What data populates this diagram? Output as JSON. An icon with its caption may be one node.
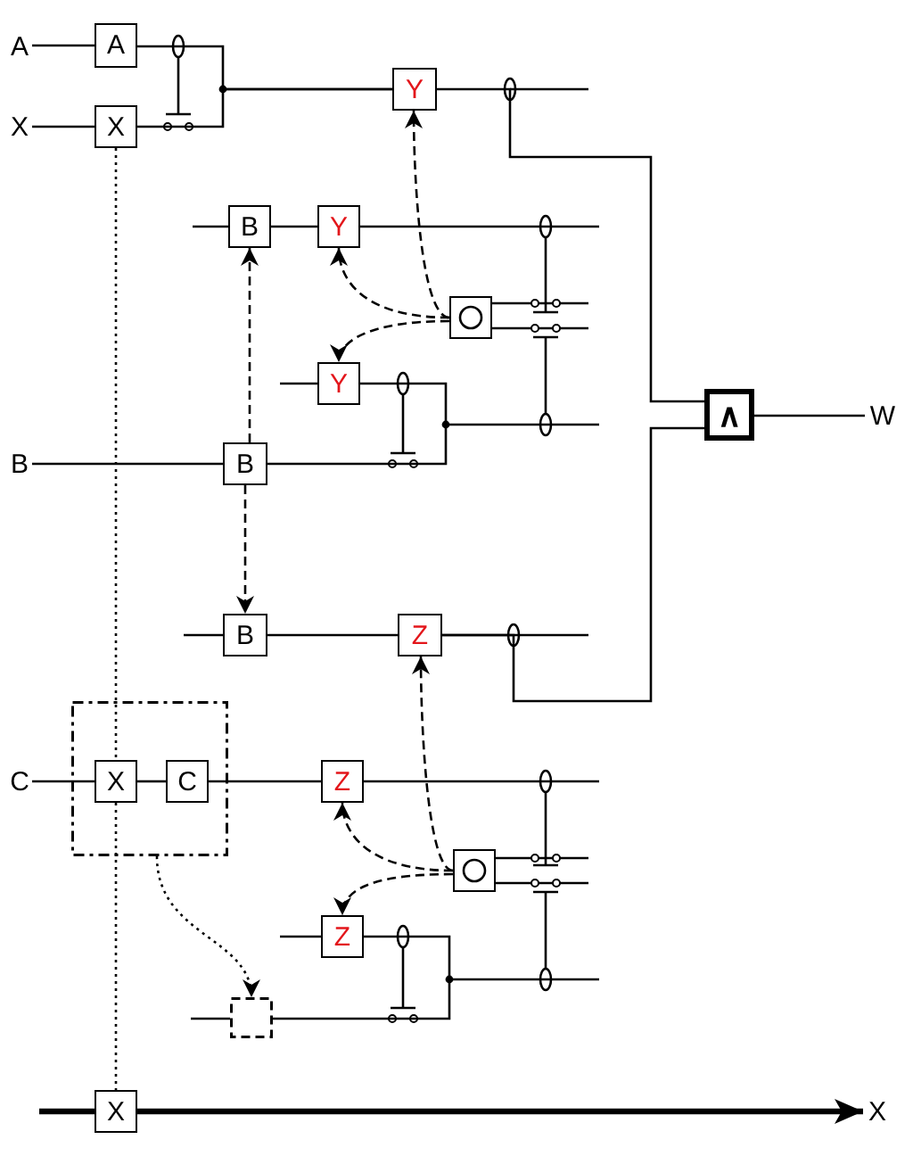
{
  "diagram": {
    "nodes": [
      {
        "text": [
          "A"
        ]
      },
      {
        "text": [
          "A"
        ]
      },
      {
        "text": [
          "X"
        ]
      },
      {
        "text": [
          "X"
        ]
      },
      {
        "text": [
          "Y"
        ]
      },
      {
        "text": [
          "B"
        ]
      },
      {
        "text": [
          "Y"
        ]
      },
      {
        "text": [],
        "shape": "box"
      },
      {
        "text": [
          "Y"
        ]
      },
      {
        "text": [
          "B"
        ]
      },
      {
        "text": [
          "B"
        ]
      },
      {
        "text": [
          "∧"
        ]
      },
      {
        "text": [
          "W"
        ]
      },
      {
        "text": [
          "B"
        ]
      },
      {
        "text": [
          "Z"
        ]
      },
      {
        "text": [
          "C"
        ]
      },
      {
        "text": [],
        "shape": "box"
      },
      {
        "text": [
          "X"
        ],
        "in": 16
      },
      {
        "text": [
          "C"
        ],
        "in": 16
      },
      {
        "text": [
          "Z"
        ]
      },
      {
        "text": [],
        "shape": "box"
      },
      {
        "text": [
          "Z"
        ]
      },
      {
        "text": [],
        "shape": "box"
      },
      {
        "text": [
          "X"
        ]
      },
      {
        "text": [
          "X"
        ]
      }
    ],
    "edges": [
      {
        "from": 0,
        "to": 1,
        "arrow": "none"
      },
      {
        "from": 2,
        "to": 3,
        "arrow": "none"
      },
      {
        "from": 1,
        "to": 4,
        "arrow": "none"
      },
      {
        "from": 3,
        "to": 4,
        "arrow": "none"
      },
      {
        "from": 4,
        "to": 11,
        "arrow": "none"
      },
      {
        "from": 11,
        "to": 12,
        "arrow": "none"
      },
      {
        "from": 5,
        "to": 6,
        "arrow": "none"
      },
      {
        "from": 9,
        "to": 10,
        "arrow": "none"
      },
      {
        "from": 13,
        "to": 14,
        "arrow": "none"
      },
      {
        "from": 14,
        "to": 11,
        "arrow": "none"
      },
      {
        "from": 15,
        "to": 17,
        "arrow": "none"
      },
      {
        "from": 17,
        "to": 18,
        "arrow": "none"
      },
      {
        "from": 18,
        "to": 19,
        "arrow": "none"
      },
      {
        "from": null,
        "to": 23,
        "arrow": "none",
        "style": "thick"
      },
      {
        "from": 23,
        "to": 24,
        "arrow": "to",
        "style": "thick"
      },
      {
        "from": 10,
        "to": 5,
        "arrow": "to",
        "style": "dashed"
      },
      {
        "from": 10,
        "to": 13,
        "arrow": "to",
        "style": "dashed"
      },
      {
        "from": 7,
        "to": 4,
        "arrow": "to",
        "style": "dashed"
      },
      {
        "from": 7,
        "to": 6,
        "arrow": "to",
        "style": "dashed"
      },
      {
        "from": 7,
        "to": 8,
        "arrow": "to",
        "style": "dashed"
      },
      {
        "from": 20,
        "to": 14,
        "arrow": "to",
        "style": "dashed"
      },
      {
        "from": 20,
        "to": 19,
        "arrow": "to",
        "style": "dashed"
      },
      {
        "from": 20,
        "to": 21,
        "arrow": "to",
        "style": "dashed"
      },
      {
        "from": 16,
        "to": 22,
        "arrow": "to",
        "style": "dashed"
      },
      {
        "from": 3,
        "to": 17,
        "arrow": "none",
        "style": "dashed"
      },
      {
        "from": 17,
        "to": 23,
        "arrow": "none",
        "style": "dashed"
      },
      {
        "from": 8,
        "to": 10,
        "arrow": "none"
      },
      {
        "from": 21,
        "to": 22,
        "arrow": "none"
      }
    ]
  }
}
